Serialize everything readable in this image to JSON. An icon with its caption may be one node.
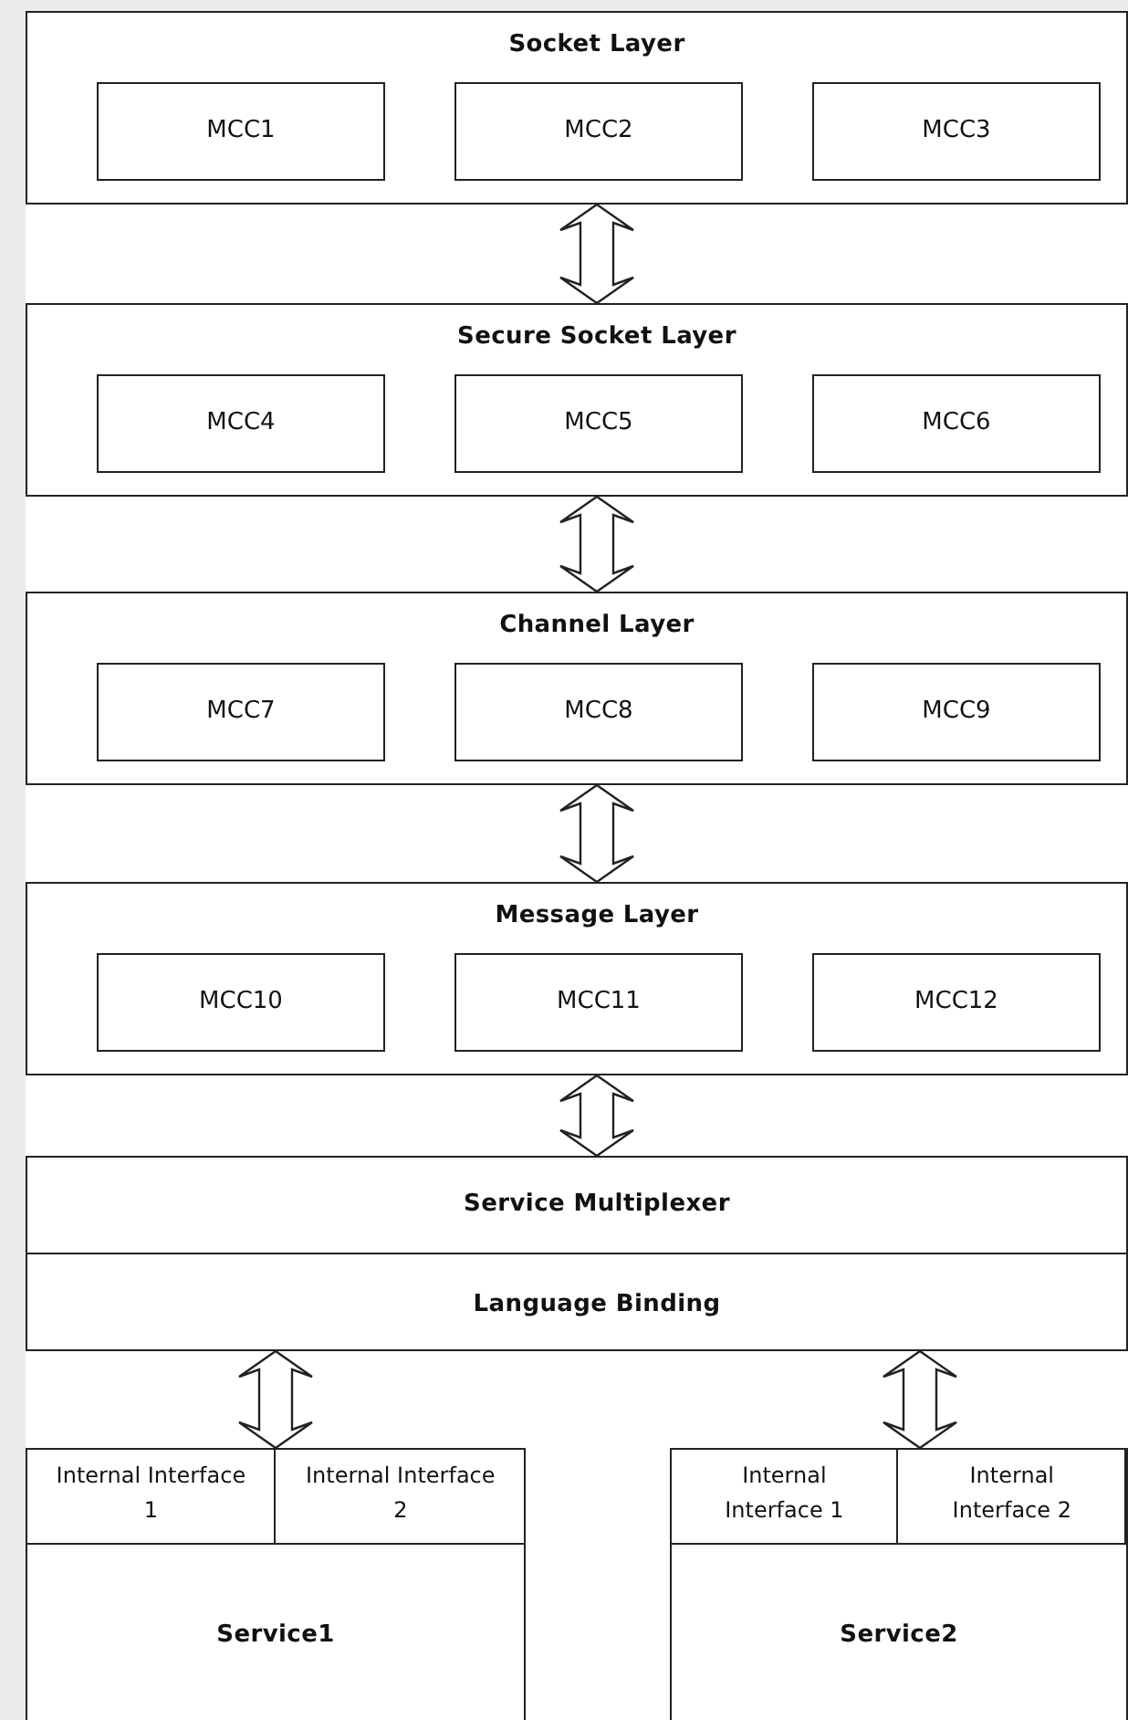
{
  "diagram": {
    "nodes": [
      {
        "text": [
          "Socket Layer"
        ]
      },
      {
        "text": [
          "MCC1"
        ],
        "in": 0
      },
      {
        "text": [
          "MCC2"
        ],
        "in": 0
      },
      {
        "text": [
          "MCC3"
        ],
        "in": 0
      },
      {
        "text": [
          "Secure Socket Layer"
        ]
      },
      {
        "text": [
          "MCC4"
        ],
        "in": 4
      },
      {
        "text": [
          "MCC5"
        ],
        "in": 4
      },
      {
        "text": [
          "MCC6"
        ],
        "in": 4
      },
      {
        "text": [
          "Channel Layer"
        ]
      },
      {
        "text": [
          "MCC7"
        ],
        "in": 8
      },
      {
        "text": [
          "MCC8"
        ],
        "in": 8
      },
      {
        "text": [
          "MCC9"
        ],
        "in": 8
      },
      {
        "text": [
          "Message Layer"
        ]
      },
      {
        "text": [
          "MCC10"
        ],
        "in": 12
      },
      {
        "text": [
          "MCC11"
        ],
        "in": 12
      },
      {
        "text": [
          "MCC12"
        ],
        "in": 12
      },
      {
        "text": [
          "Service Multiplexer"
        ]
      },
      {
        "text": [
          "Language Binding"
        ]
      },
      {
        "text": [
          "Service1"
        ]
      },
      {
        "text": [
          "Internal Interface 1"
        ],
        "in": 18
      },
      {
        "text": [
          "Internal Interface 2"
        ],
        "in": 18
      },
      {
        "text": [
          "Service2"
        ]
      },
      {
        "text": [
          "Internal Interface 1"
        ],
        "in": 21
      },
      {
        "text": [
          "Internal Interface 2"
        ],
        "in": 21
      }
    ],
    "edges": [
      {
        "from": 0,
        "to": 4,
        "arrow": "both"
      },
      {
        "from": 4,
        "to": 8,
        "arrow": "both"
      },
      {
        "from": 8,
        "to": 12,
        "arrow": "both"
      },
      {
        "from": 12,
        "to": 16,
        "arrow": "both"
      },
      {
        "from": 17,
        "to": 18,
        "arrow": "both"
      },
      {
        "from": 17,
        "to": 21,
        "arrow": "both"
      }
    ]
  }
}
